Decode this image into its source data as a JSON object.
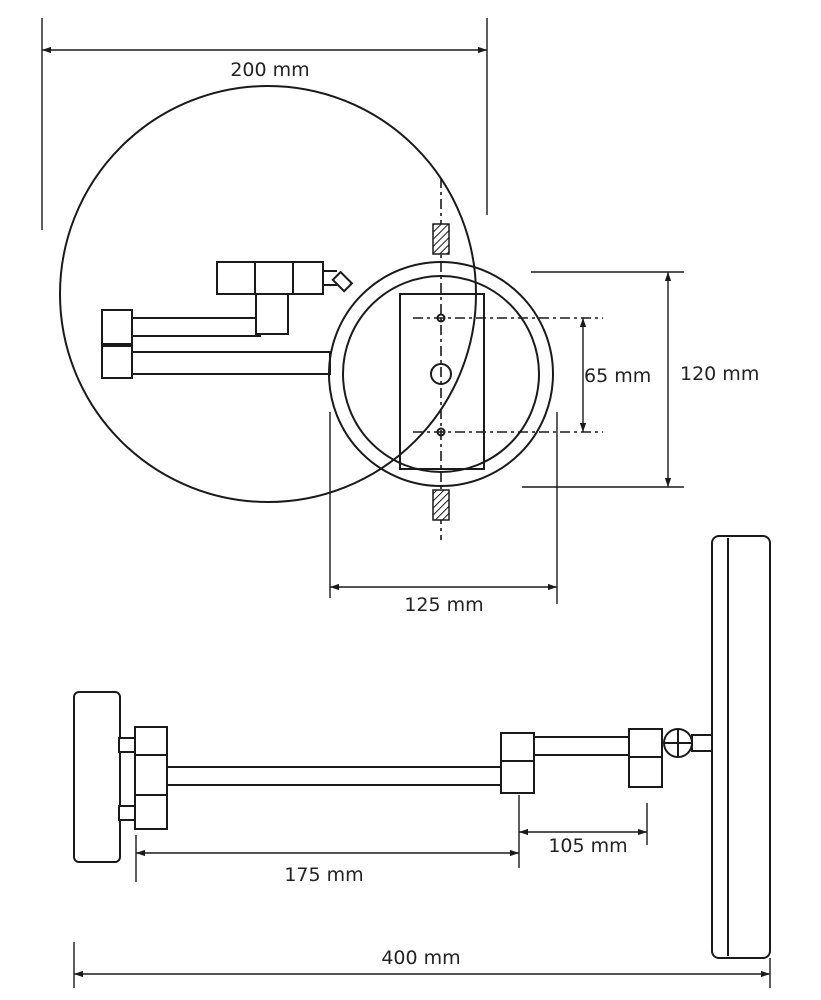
{
  "dimensions": {
    "mirror_diameter": "200 mm",
    "mount_diameter": "120 mm",
    "hole_spacing": "65 mm",
    "mount_width": "125 mm",
    "arm_segment_long": "175 mm",
    "arm_segment_short": "105 mm",
    "total_reach": "400 mm"
  },
  "colors": {
    "line": "#1a1a1a",
    "text": "#222222",
    "background": "#ffffff"
  }
}
